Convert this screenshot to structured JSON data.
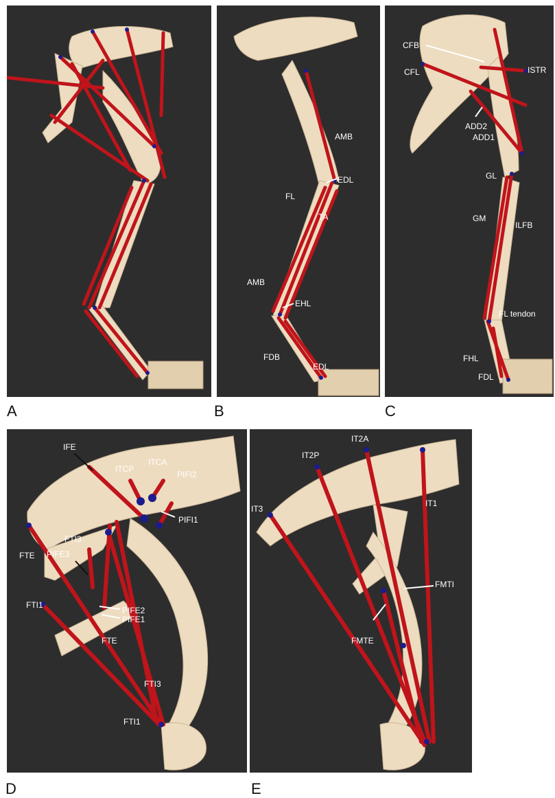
{
  "panels": {
    "A": {
      "letter": "A"
    },
    "B": {
      "letter": "B",
      "labels": [
        "AMB",
        "EDL",
        "FL",
        "TA",
        "AMB",
        "EHL",
        "FDB",
        "EDL"
      ]
    },
    "C": {
      "letter": "C",
      "labels": [
        "CFB",
        "CFL",
        "ISTR",
        "ADD2",
        "ADD1",
        "GL",
        "GM",
        "ILFB",
        "FL tendon",
        "FHL",
        "FDL"
      ]
    },
    "D": {
      "letter": "D",
      "labels": [
        "IFE",
        "ITCP",
        "ITCA",
        "PIFI2",
        "PIFI1",
        "FTI3",
        "FTE",
        "PIFE3",
        "FTI1",
        "PIFE2",
        "PIFE1",
        "FTE",
        "FTI3",
        "FTI1"
      ]
    },
    "E": {
      "letter": "E",
      "labels": [
        "IT2A",
        "IT2P",
        "IT3",
        "IT1",
        "FMTI",
        "FMTE"
      ]
    }
  },
  "colors": {
    "panel_bg": "#2d2d2d",
    "bone": "#eedcc0",
    "muscle": "#c0141b",
    "node": "#1c1c8c"
  }
}
